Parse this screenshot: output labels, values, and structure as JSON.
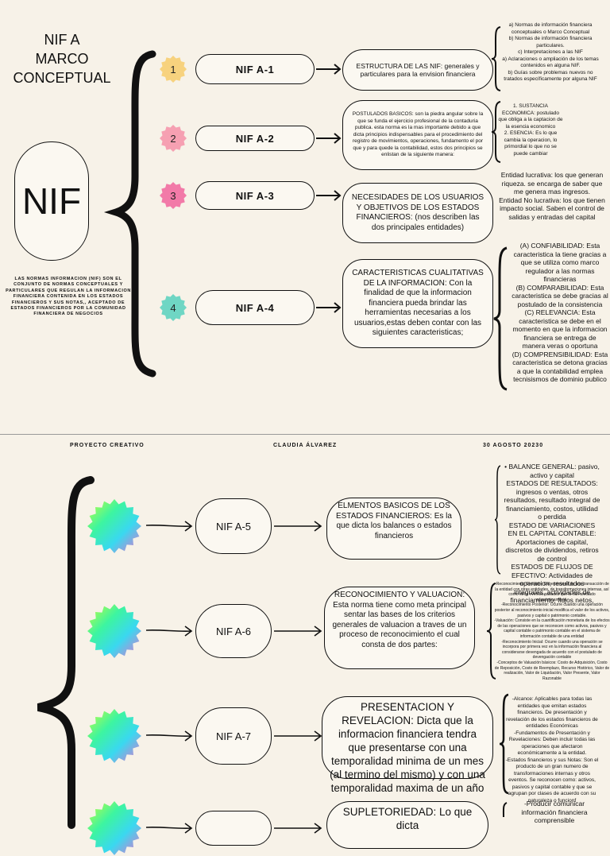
{
  "top": {
    "title": "NIF A\nMARCO\nCONCEPTUAL",
    "nif_label": "NIF",
    "definition": "LAS NORMAS INFORMACION (NIF) SON EL CONJUNTO DE NORMAS CONCEPTUALES Y PARTICULARES QUE REGULAN LA INFORMACION FINANCIERA CONTENIDA EN LOS ESTADOS FINANCIEROS Y SUS NOTAS,, ACEPTADO DE ESTADOS FINANCIEROS POR LA COMUNIDAD FINANCIERA DE NEGOCIOS",
    "rows": [
      {
        "number": "1",
        "color": "#f7d27e",
        "nif": "NIF A-1",
        "desc": "ESTRUCTURA DE LAS NIF: generales y particulares  para la envision financiera",
        "detail": "a) Normas de información financiera conceptuales o Marco Conceptual\nb) Normas de información financiera particulares.\nc) Interpretaciones a las NIF\na) Aclaraciones o ampliación de los temas contenidos en alguna NIF.\nb) Guías sobre problemas nuevos no tratados específicamente por alguna NIF"
      },
      {
        "number": "2",
        "color": "#f6a0b2",
        "nif": "NIF A-2",
        "desc": "POSTULADOS BASICOS: son la piedra angular sobre la que se funda el ejercicio profesional de la contaduria publica. esta norma es la mas importante debido a que dicta principios indispensables para el procedimiento del registro de movimientos, operaciones, fundamento el por que y para quede la contabilidad, estos dos principios se enlistan de la siguiente manera:",
        "detail": "1.  SUSTANCIA ECONOMICA: postulado que obliga a la captacion de la esencia economico\n2.  ESENCIA: Es lo que cambia la operacion, lo primordial lo que no se puede cambiar"
      },
      {
        "number": "3",
        "color": "#f27aa8",
        "nif": "NIF A-3",
        "desc": "NECESIDADES DE LOS USUARIOS Y OBJETIVOS DE LOS ESTADOS FINANCIEROS:  (nos describen las dos principales entidades)",
        "detail": "Entidad lucrativa: los que generan riqueza. se encarga de saber que me genera mas ingresos.\nEntidad No lucrativa: los que tienen impacto social. Saben el control de salidas y entradas del capital"
      },
      {
        "number": "4",
        "color": "#6fd6c4",
        "nif": "NIF A-4",
        "desc": "CARACTERISTICAS CUALITATIVAS DE LA INFORMACION: Con la finalidad de que la informacion financiera pueda brindar las herramientas necesarias a los usuarios,estas deben contar con las siguientes caracteristicas;",
        "detail": "(A) CONFIABILIDAD: Esta caracteristica la tiene gracias a que se utiliza como marco regulador a las normas financieras\n(B) COMPARABILIDAD: Esta caracteristica se debe gracias al postulado de la consistencia\n(C) RELEVANCIA: Esta caracteristica se debe en el momento en que la informacion financiera se entrega de manera veras o oportuna\n(D) COMPRENSIBILIDAD: Esta caracteristica se detona gracias a que la contabilidad emplea tecnisismos de dominio publico"
      }
    ]
  },
  "footer": {
    "left": "PROYECTO CREATIVO",
    "center": "CLAUDIA ÁLVAREZ",
    "right": "30 AGOSTO 20230"
  },
  "bottom": {
    "rows": [
      {
        "nif": "NIF A-5",
        "desc": "ELMENTOS BASICOS DE LOS ESTADOS FINANCIEROS: Es la que dicta los balances o estados financieros",
        "detail": "•  BALANCE GENERAL: pasivo, activo y capital\nESTADOS DE RESULTADOS: ingresos o ventas, otros resultados, resultado integral de financiamiento, costos, utilidad o perdida\nESTADO DE VARIACIONES EN EL CAPITAL CONTABLE: Aportaciones de capital, discretos de dividendos, retiros de control\nESTADOS DE FLUJOS DE EFECTIVO: Actividades de operacion, resultados integrales, actividades de financiamiento, flujos netos,"
      },
      {
        "nif": "NIF A-6",
        "desc": "RECONOCIMIENTO Y VALUACION: Esta norma tiene como meta principal sentar las bases de los criterios generales de valuacion a traves de un proceso de reconocimiento el cual consta de dos partes:",
        "detail": "-Reconocimiento Contable: Debe provenir de una transacción de la entidad con otras entidades, de transformaciones internas, así como otros eventos pasados que la han afectado económicamente.\n-Reconocimiento Posterior: Ocurre cuando una operación posterior al reconocimiento inicial modifica el valor de los activos, pasivos y capital o patrimonio contable.\n-Valuación: Consiste en la cuantificación monetaria de los efectos de las operaciones que se reconocen como activos, pasivos y capital contable o patrimonio contable en el sistema de información contable de una entidad\n-Reconocimiento Inicial: Ocurre cuando una operación se incorpora por primera vez en la información financiera al considerarse devengada de acuerdo con el postulado de devengación contable\n-Conceptos de Valuación básicos: Costo de Adquisición, Costo de Reposición, Costo de Reemplazo, Recurso Histórico, Valor de realización, Valor de Liquidación, Valor Presente, Valor Razonable"
      },
      {
        "nif": "NIF A-7",
        "desc": "PRESENTACION Y REVELACION: Dicta que la informacion financiera tendra que presentarse con una temporalidad minima de un mes (al termino del mismo) y con una temporalidad maxima de un año",
        "detail": "-Alcance: Aplicables para todas las entidades que emitan estados financieros. De presentación y revelación de los estados financieros de entidades Económicas\n-Fundamentos de Presentación y Revelaciones: Deben incluir todas las operaciones que afectaron económicamente a la entidad.\n-Estados financieros y sus Notas: Son el producto de un gran numero de transformaciones internas y otros eventos. Se reconocen como: activos, pasivos y capital contable y que se agrupan por clases de acuerdo con su naturaleza o funcionf"
      },
      {
        "nif": "",
        "desc": "SUPLETORIEDAD: Lo que dicta",
        "detail": "-Producir comunicar información financiera comprensible"
      }
    ]
  }
}
